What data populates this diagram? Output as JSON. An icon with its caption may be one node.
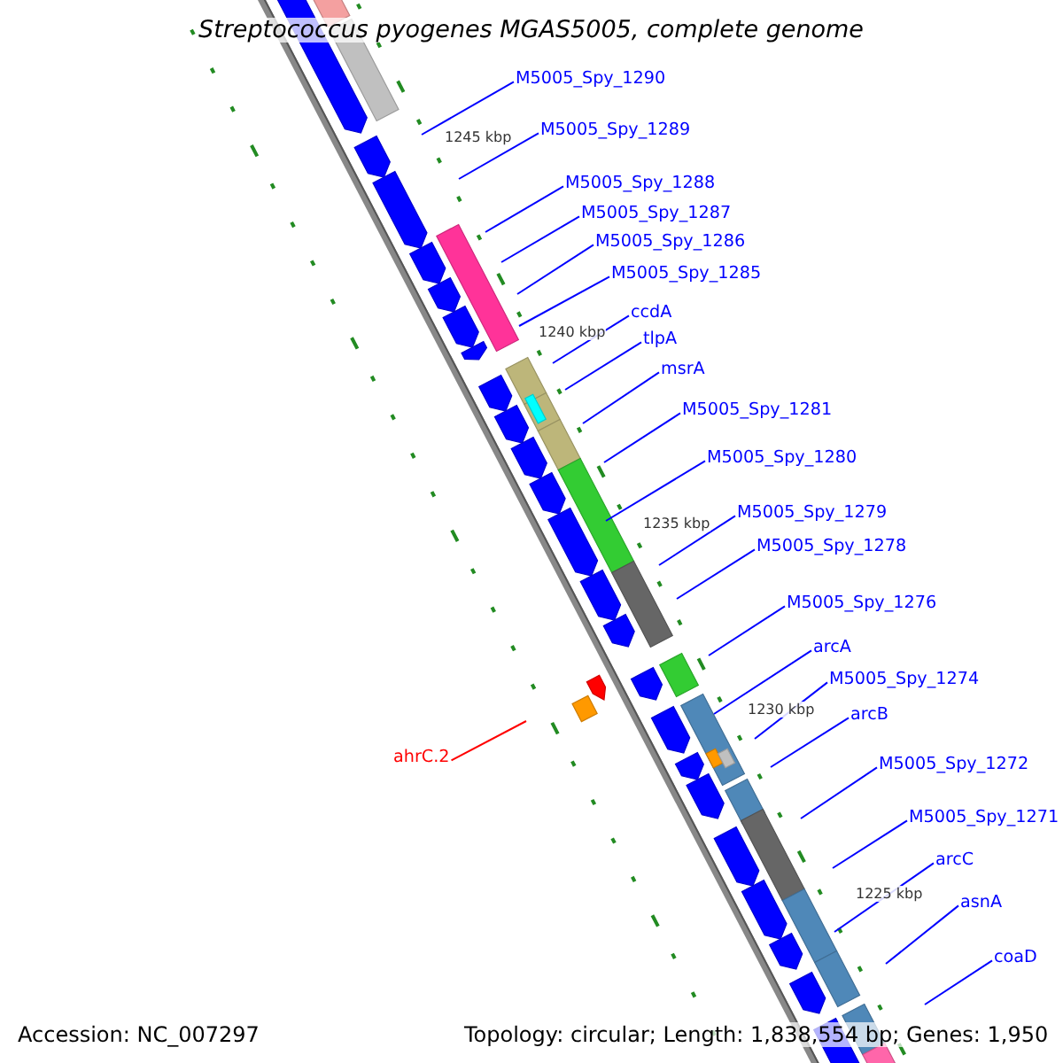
{
  "diagram": {
    "title": "Streptococcus pyogenes MGAS5005, complete genome",
    "nodes": [
      {
        "text": [
          "M5005_Spy_1290"
        ]
      },
      {
        "text": [
          "M5005_Spy_1289"
        ]
      },
      {
        "text": [
          "M5005_Spy_1288"
        ]
      },
      {
        "text": [
          "M5005_Spy_1287"
        ]
      },
      {
        "text": [
          "M5005_Spy_1286"
        ]
      },
      {
        "text": [
          "M5005_Spy_1285"
        ]
      },
      {
        "text": [
          "ccdA"
        ]
      },
      {
        "text": [
          "tlpA"
        ]
      },
      {
        "text": [
          "msrA"
        ]
      },
      {
        "text": [
          "M5005_Spy_1281"
        ]
      },
      {
        "text": [
          "M5005_Spy_1280"
        ]
      },
      {
        "text": [
          "M5005_Spy_1279"
        ]
      },
      {
        "text": [
          "M5005_Spy_1278"
        ]
      },
      {
        "text": [
          "M5005_Spy_1276"
        ]
      },
      {
        "text": [
          "arcA"
        ]
      },
      {
        "text": [
          "M5005_Spy_1274"
        ]
      },
      {
        "text": [
          "arcB"
        ]
      },
      {
        "text": [
          "M5005_Spy_1272"
        ]
      },
      {
        "text": [
          "M5005_Spy_1271"
        ]
      },
      {
        "text": [
          "arcC"
        ]
      },
      {
        "text": [
          "asnA"
        ]
      },
      {
        "text": [
          "coaD"
        ]
      },
      {
        "text": [
          "ahrC.2"
        ]
      }
    ],
    "edges": [
      {
        "from": 0,
        "to": null,
        "arrow": "none"
      },
      {
        "from": 1,
        "to": null,
        "arrow": "none"
      },
      {
        "from": 2,
        "to": null,
        "arrow": "none"
      },
      {
        "from": 3,
        "to": null,
        "arrow": "none"
      },
      {
        "from": 4,
        "to": null,
        "arrow": "none"
      },
      {
        "from": 5,
        "to": null,
        "arrow": "none"
      },
      {
        "from": 6,
        "to": null,
        "arrow": "none"
      },
      {
        "from": 7,
        "to": null,
        "arrow": "none"
      },
      {
        "from": 8,
        "to": null,
        "arrow": "none"
      },
      {
        "from": 9,
        "to": null,
        "arrow": "none"
      },
      {
        "from": 10,
        "to": null,
        "arrow": "none"
      },
      {
        "from": 11,
        "to": null,
        "arrow": "none"
      },
      {
        "from": 12,
        "to": null,
        "arrow": "none"
      },
      {
        "from": 13,
        "to": null,
        "arrow": "none"
      },
      {
        "from": 14,
        "to": null,
        "arrow": "none"
      },
      {
        "from": 15,
        "to": null,
        "arrow": "none"
      },
      {
        "from": 16,
        "to": null,
        "arrow": "none"
      },
      {
        "from": 17,
        "to": null,
        "arrow": "none"
      },
      {
        "from": 18,
        "to": null,
        "arrow": "none"
      },
      {
        "from": 19,
        "to": null,
        "arrow": "none"
      },
      {
        "from": 20,
        "to": null,
        "arrow": "none"
      },
      {
        "from": 21,
        "to": null,
        "arrow": "none"
      },
      {
        "from": 22,
        "to": null,
        "arrow": "none",
        "color": "#ff0000"
      }
    ],
    "labels": [
      "1245 kbp",
      "1240 kbp",
      "1235 kbp",
      "1230 kbp",
      "1225 kbp",
      "Accession: NC_007297",
      "Topology: circular; Length: 1,838,554 bp; Genes: 1,950"
    ]
  }
}
